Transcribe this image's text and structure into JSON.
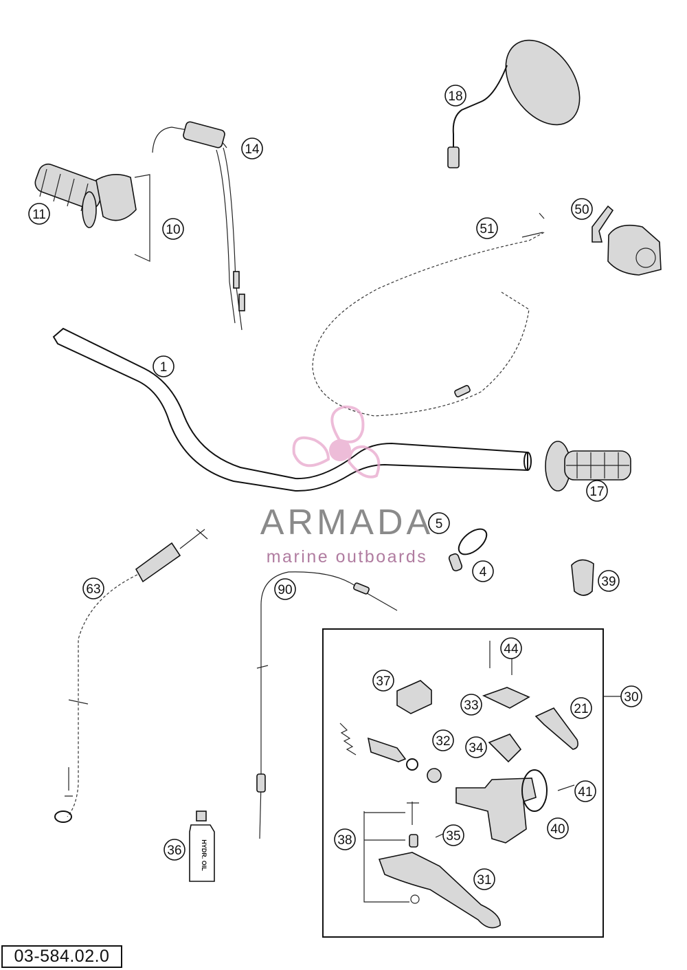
{
  "diagram": {
    "part_code": "03-584.02.0",
    "callouts": [
      "1",
      "4",
      "5",
      "10",
      "11",
      "14",
      "17",
      "18",
      "21",
      "30",
      "31",
      "32",
      "33",
      "34",
      "35",
      "36",
      "37",
      "38",
      "39",
      "40",
      "41",
      "44",
      "50",
      "51",
      "63",
      "90"
    ],
    "bottle_label": "HYDR. OIL"
  },
  "watermark": {
    "brand": "ARMADA",
    "subtitle": "marine outboards",
    "logo_icon": "propeller-logo-icon",
    "colors": {
      "brand": "#8a8a8a",
      "accent": "#e8a6cc",
      "subtitle": "#b07ca0"
    }
  }
}
